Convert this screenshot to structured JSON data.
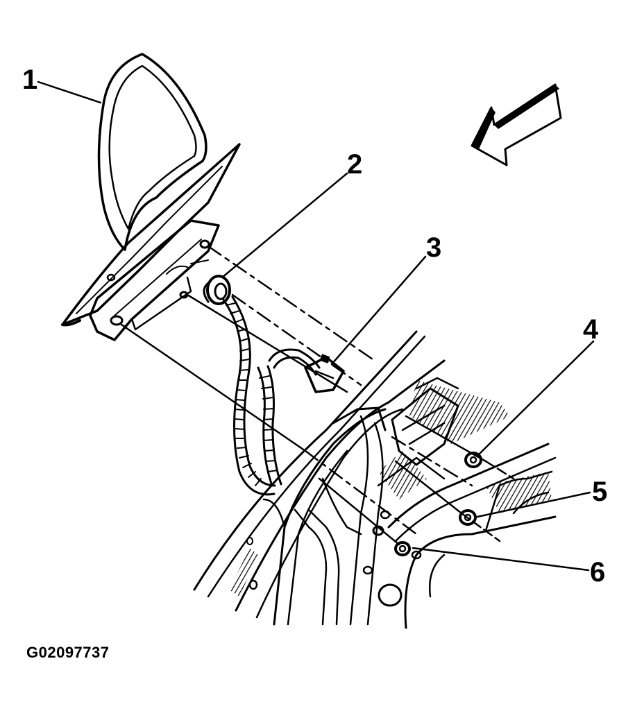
{
  "figure_id": "G02097737",
  "callouts": [
    {
      "label": "1",
      "part": "mirror-assembly"
    },
    {
      "label": "2",
      "part": "grommet"
    },
    {
      "label": "3",
      "part": "harness-clip"
    },
    {
      "label": "4",
      "part": "nut"
    },
    {
      "label": "5",
      "part": "nut"
    },
    {
      "label": "6",
      "part": "nut"
    }
  ],
  "colors": {
    "ink": "#000000",
    "paper": "#ffffff"
  }
}
